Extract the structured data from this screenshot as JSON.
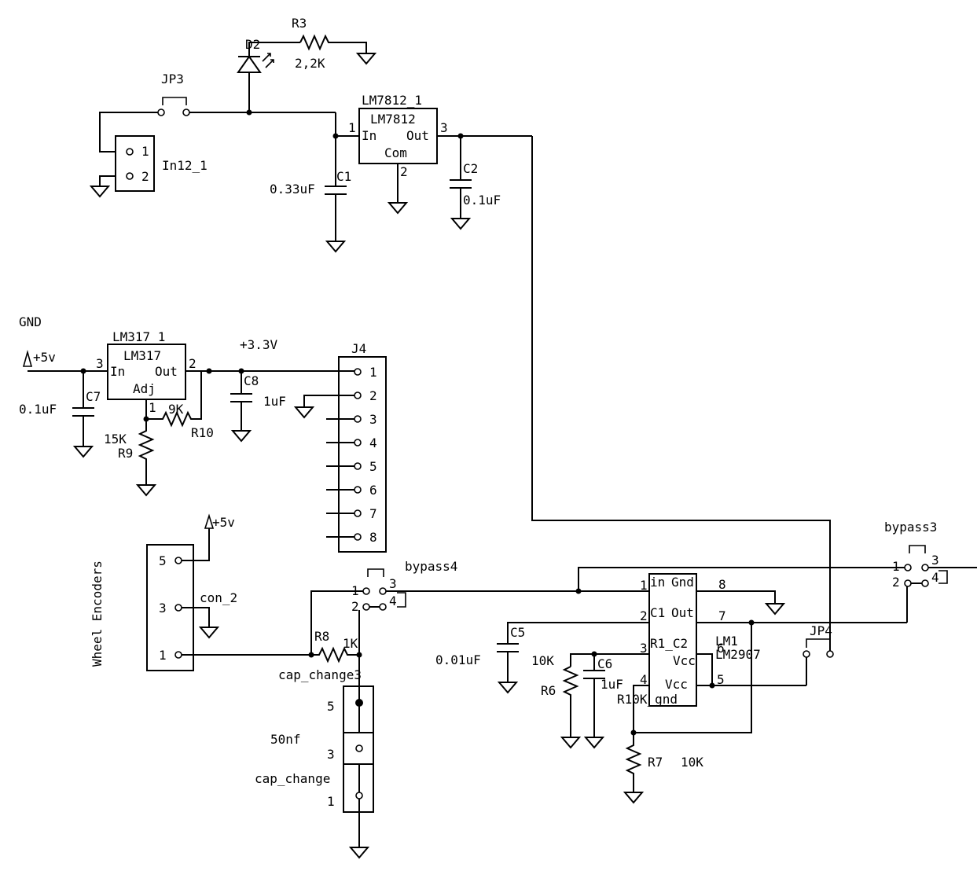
{
  "labels": {
    "r3_ref": "R3",
    "r3_val": "2,2K",
    "d2_ref": "D2",
    "jp3_ref": "JP3",
    "reg12_name": "LM7812_1",
    "reg12_part": "LM7812",
    "reg12_in": "In",
    "reg12_out": "Out",
    "reg12_com": "Com",
    "reg12_p1": "1",
    "reg12_p2": "2",
    "reg12_p3": "3",
    "in12_ref": "In12_1",
    "in12_p1": "1",
    "in12_p2": "2",
    "c1_ref": "C1",
    "c1_val": "0.33uF",
    "c2_ref": "C2",
    "c2_val": "0.1uF",
    "gnd_label": "GND",
    "plus5v_a": "+5v",
    "plus5v_b": "+5v",
    "reg317_name": "LM317_1",
    "reg317_part": "LM317",
    "reg317_in": "In",
    "reg317_out": "Out",
    "reg317_adj": "Adj",
    "reg317_p1": "1",
    "reg317_p2": "2",
    "reg317_p3": "3",
    "plus33v": "+3.3V",
    "c7_ref": "C7",
    "c7_val": "0.1uF",
    "c8_ref": "C8",
    "c8_val": "1uF",
    "r9_ref": "R9",
    "r9_val": "15K",
    "r10_ref": "R10",
    "r10_val": "9K",
    "j4_ref": "J4",
    "j4_pins": [
      "1",
      "2",
      "3",
      "4",
      "5",
      "6",
      "7",
      "8"
    ],
    "wheel_encoders": "Wheel Encoders",
    "con2_ref": "con_2",
    "con2_p5": "5",
    "con2_p3": "3",
    "con2_p1": "1",
    "bypass4_ref": "bypass4",
    "bp4_p1": "1",
    "bp4_p2": "2",
    "bp4_p3": "3",
    "bp4_p4": "4",
    "r8_ref": "R8",
    "r8_val": "1K",
    "capchange3_ref": "cap_change3",
    "cc_p5": "5",
    "cc_p3": "3",
    "cc_p1": "1",
    "cc_val": "50nf",
    "capchange_ref": "cap_change",
    "c5_ref": "C5",
    "c5_val": "0.01uF",
    "c6_ref": "C6",
    "c6_val": "1uF",
    "r6_ref": "R6",
    "r6_val": "10K",
    "r7_ref": "R7",
    "r7_val": "10K",
    "lm1_ref": "LM1",
    "lm1_part": "LM2907",
    "lm1_in": "in",
    "lm1_gnd": "Gnd",
    "lm1_c1": "C1",
    "lm1_out": "Out",
    "lm1_r1": "R1_C2",
    "lm1_vcc1": "Vcc",
    "lm1_vcc2": "Vcc",
    "lm1_r10k": "R10K_gnd",
    "lm1_p1": "1",
    "lm1_p2": "2",
    "lm1_p3": "3",
    "lm1_p4": "4",
    "lm1_p5": "5",
    "lm1_p6": "6",
    "lm1_p7": "7",
    "lm1_p8": "8",
    "jp4_ref": "JP4",
    "bypass3_ref": "bypass3",
    "bp3_p1": "1",
    "bp3_p2": "2",
    "bp3_p3": "3",
    "bp3_p4": "4"
  }
}
